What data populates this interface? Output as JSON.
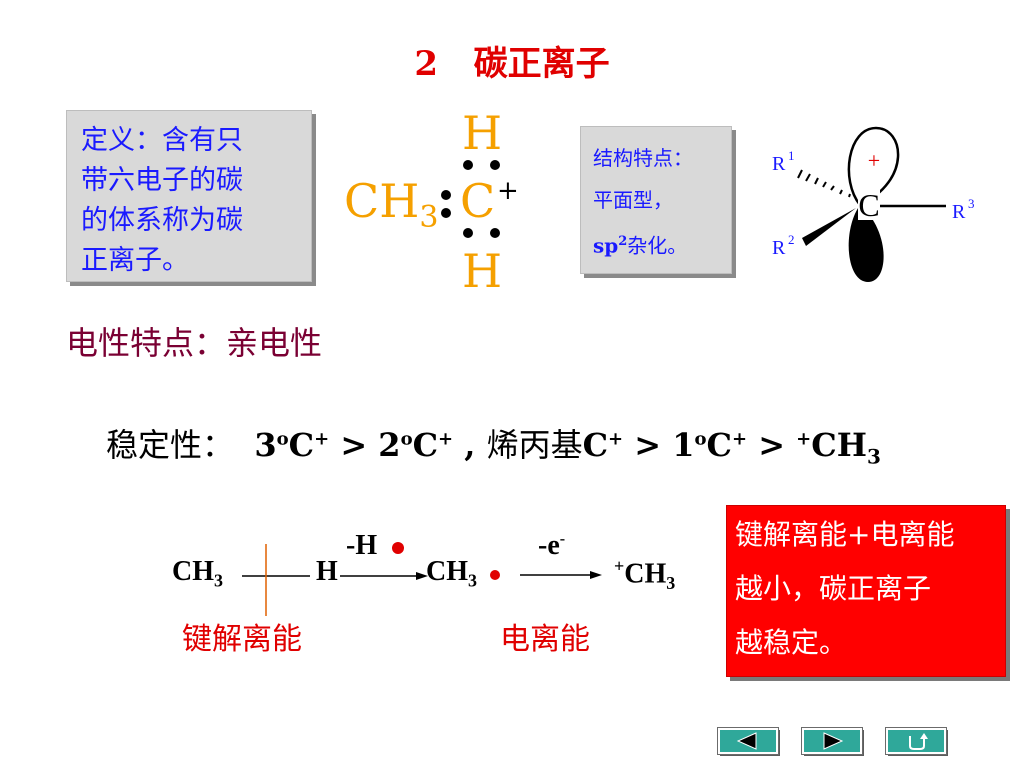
{
  "title": "2   碳正离子",
  "definition": {
    "lines": [
      "定义：含有只",
      "带六电子的碳",
      "的体系称为碳",
      "正离子。"
    ]
  },
  "lewis": {
    "ch": "CH",
    "sub3": "3",
    "h_top": "H",
    "c": "C",
    "plus": "+",
    "h_bottom": "H"
  },
  "structure": {
    "line1": "结构特点：",
    "line2": "平面型，",
    "sp": "sp",
    "sup2": "2",
    "line3_rest": "杂化。"
  },
  "geometry": {
    "r1": "R",
    "r1_sup": "1",
    "r2": "R",
    "r2_sup": "2",
    "r3": "R",
    "r3_sup": "3",
    "c": "C",
    "plus": "+"
  },
  "electric": "电性特点：亲电性",
  "stability": {
    "label": "稳定性：",
    "t1": "3",
    "sup_o": "o",
    "c": "C",
    "sup_plus": "+",
    "gt": " > ",
    "t2": "2",
    "comma": " , ",
    "allyl": "烯丙基",
    "t3": "1",
    "gt2": "  > ",
    "ch": "CH",
    "sub3": "3"
  },
  "reaction": {
    "ch3": "CH",
    "sub3": "3",
    "h": "H",
    "minus_h": "-H",
    "minus_e": "-e",
    "e_sup": "-",
    "plus": "+",
    "bond_label": "键解离能",
    "ion_label": "电离能"
  },
  "note": {
    "lines": [
      "键解离能+电离能",
      "越小，碳正离子",
      "越稳定。"
    ]
  },
  "nav": {
    "prev": "◀",
    "next": "▶",
    "return": "↺"
  }
}
